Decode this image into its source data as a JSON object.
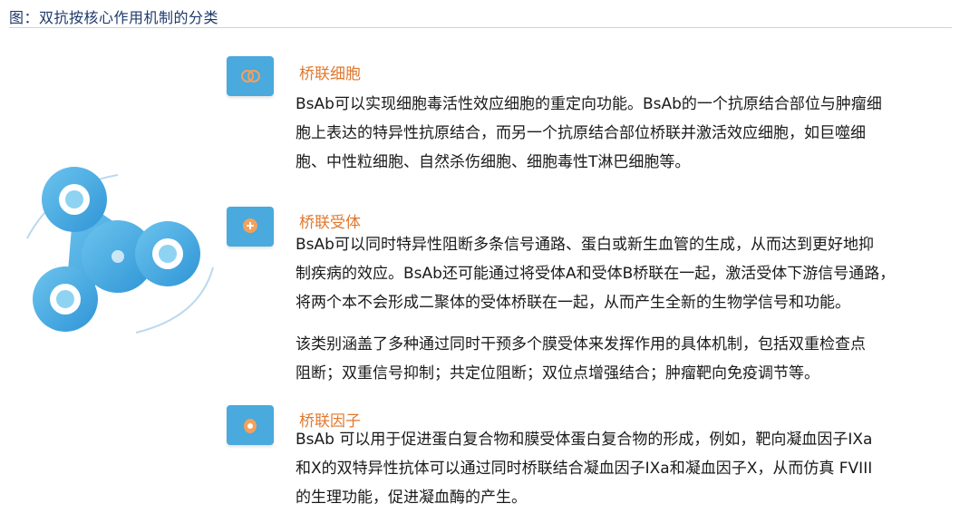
{
  "figure": {
    "title": "图：双抗按核心作用机制的分类"
  },
  "icons": {
    "illustration": "fidget-spinner-icon",
    "section1": "cell-link-icon",
    "section2": "receptor-icon",
    "section3": "factor-icon"
  },
  "colors": {
    "accent": "#4aa9dd",
    "heading": "#e0782d",
    "title": "#1f3a6b"
  },
  "sections": [
    {
      "heading": "桥联细胞",
      "paragraphs": [
        [
          "BsAb可以实现细胞毒活性效应细胞的重定向功能。BsAb的一个抗原结合部位与肿瘤细",
          "胞上表达的特异性抗原结合，而另一个抗原结合部位桥联并激活效应细胞，如巨噬细",
          "胞、中性粒细胞、自然杀伤细胞、细胞毒性T淋巴细胞等。"
        ]
      ]
    },
    {
      "heading": "桥联受体",
      "paragraphs": [
        [
          "BsAb可以同时特异性阻断多条信号通路、蛋白或新生血管的生成，从而达到更好地抑",
          "制疾病的效应。BsAb还可能通过将受体A和受体B桥联在一起，激活受体下游信号通路，",
          "将两个本不会形成二聚体的受体桥联在一起，从而产生全新的生物学信号和功能。"
        ],
        [
          "该类别涵盖了多种通过同时干预多个膜受体来发挥作用的具体机制，包括双重检查点",
          "阻断；双重信号抑制；共定位阻断；双位点增强结合；肿瘤靶向免疫调节等。"
        ]
      ]
    },
    {
      "heading": "桥联因子",
      "paragraphs": [
        [
          "BsAb 可以用于促进蛋白复合物和膜受体蛋白复合物的形成，例如，靶向凝血因子IXa",
          "和X的双特异性抗体可以通过同时桥联结合凝血因子IXa和凝血因子X，从而仿真 FVIII",
          "的生理功能，促进凝血酶的产生。"
        ]
      ]
    }
  ]
}
